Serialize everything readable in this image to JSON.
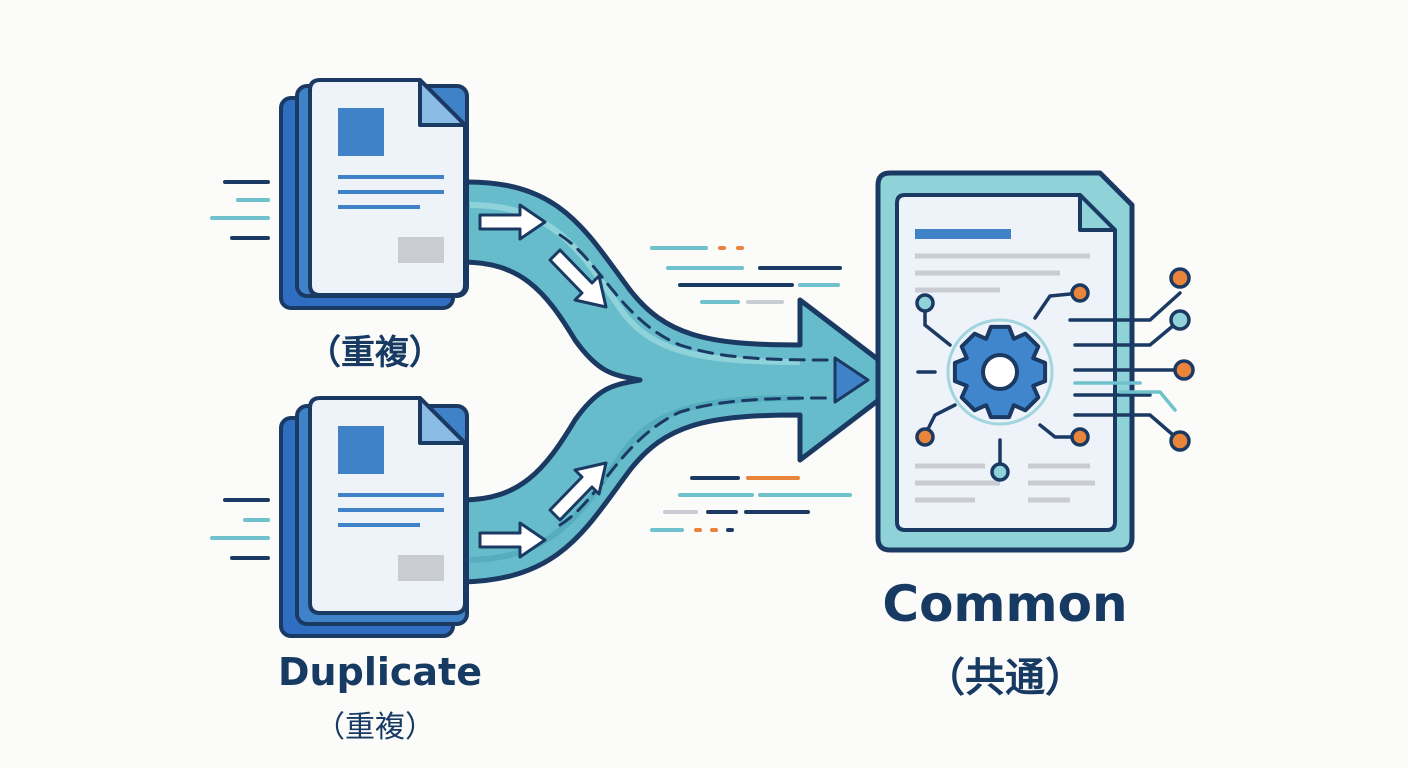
{
  "diagram": {
    "top_source_label": "（重複）",
    "bottom_source_title": "Duplicate",
    "bottom_source_subtitle": "（重複）",
    "target_title": "Common",
    "target_subtitle": "（共通）"
  },
  "colors": {
    "navy_outline": "#1b3a63",
    "doc_blue": "#3f82c7",
    "doc_back": "#2f6ec0",
    "doc_paper": "#eef3fa",
    "doc_fold": "#8bbce6",
    "teal_stream": "#5fb6c5",
    "teal_light": "#8fd3d8",
    "target_frame": "#6fc1cc",
    "gear_blue": "#3f86cc",
    "orange_accent": "#e9853a",
    "gray_block": "#c9ccd2"
  },
  "icons": [
    "document-stack-icon",
    "merge-arrow-icon",
    "gear-icon",
    "circuit-icon",
    "common-document-icon"
  ]
}
